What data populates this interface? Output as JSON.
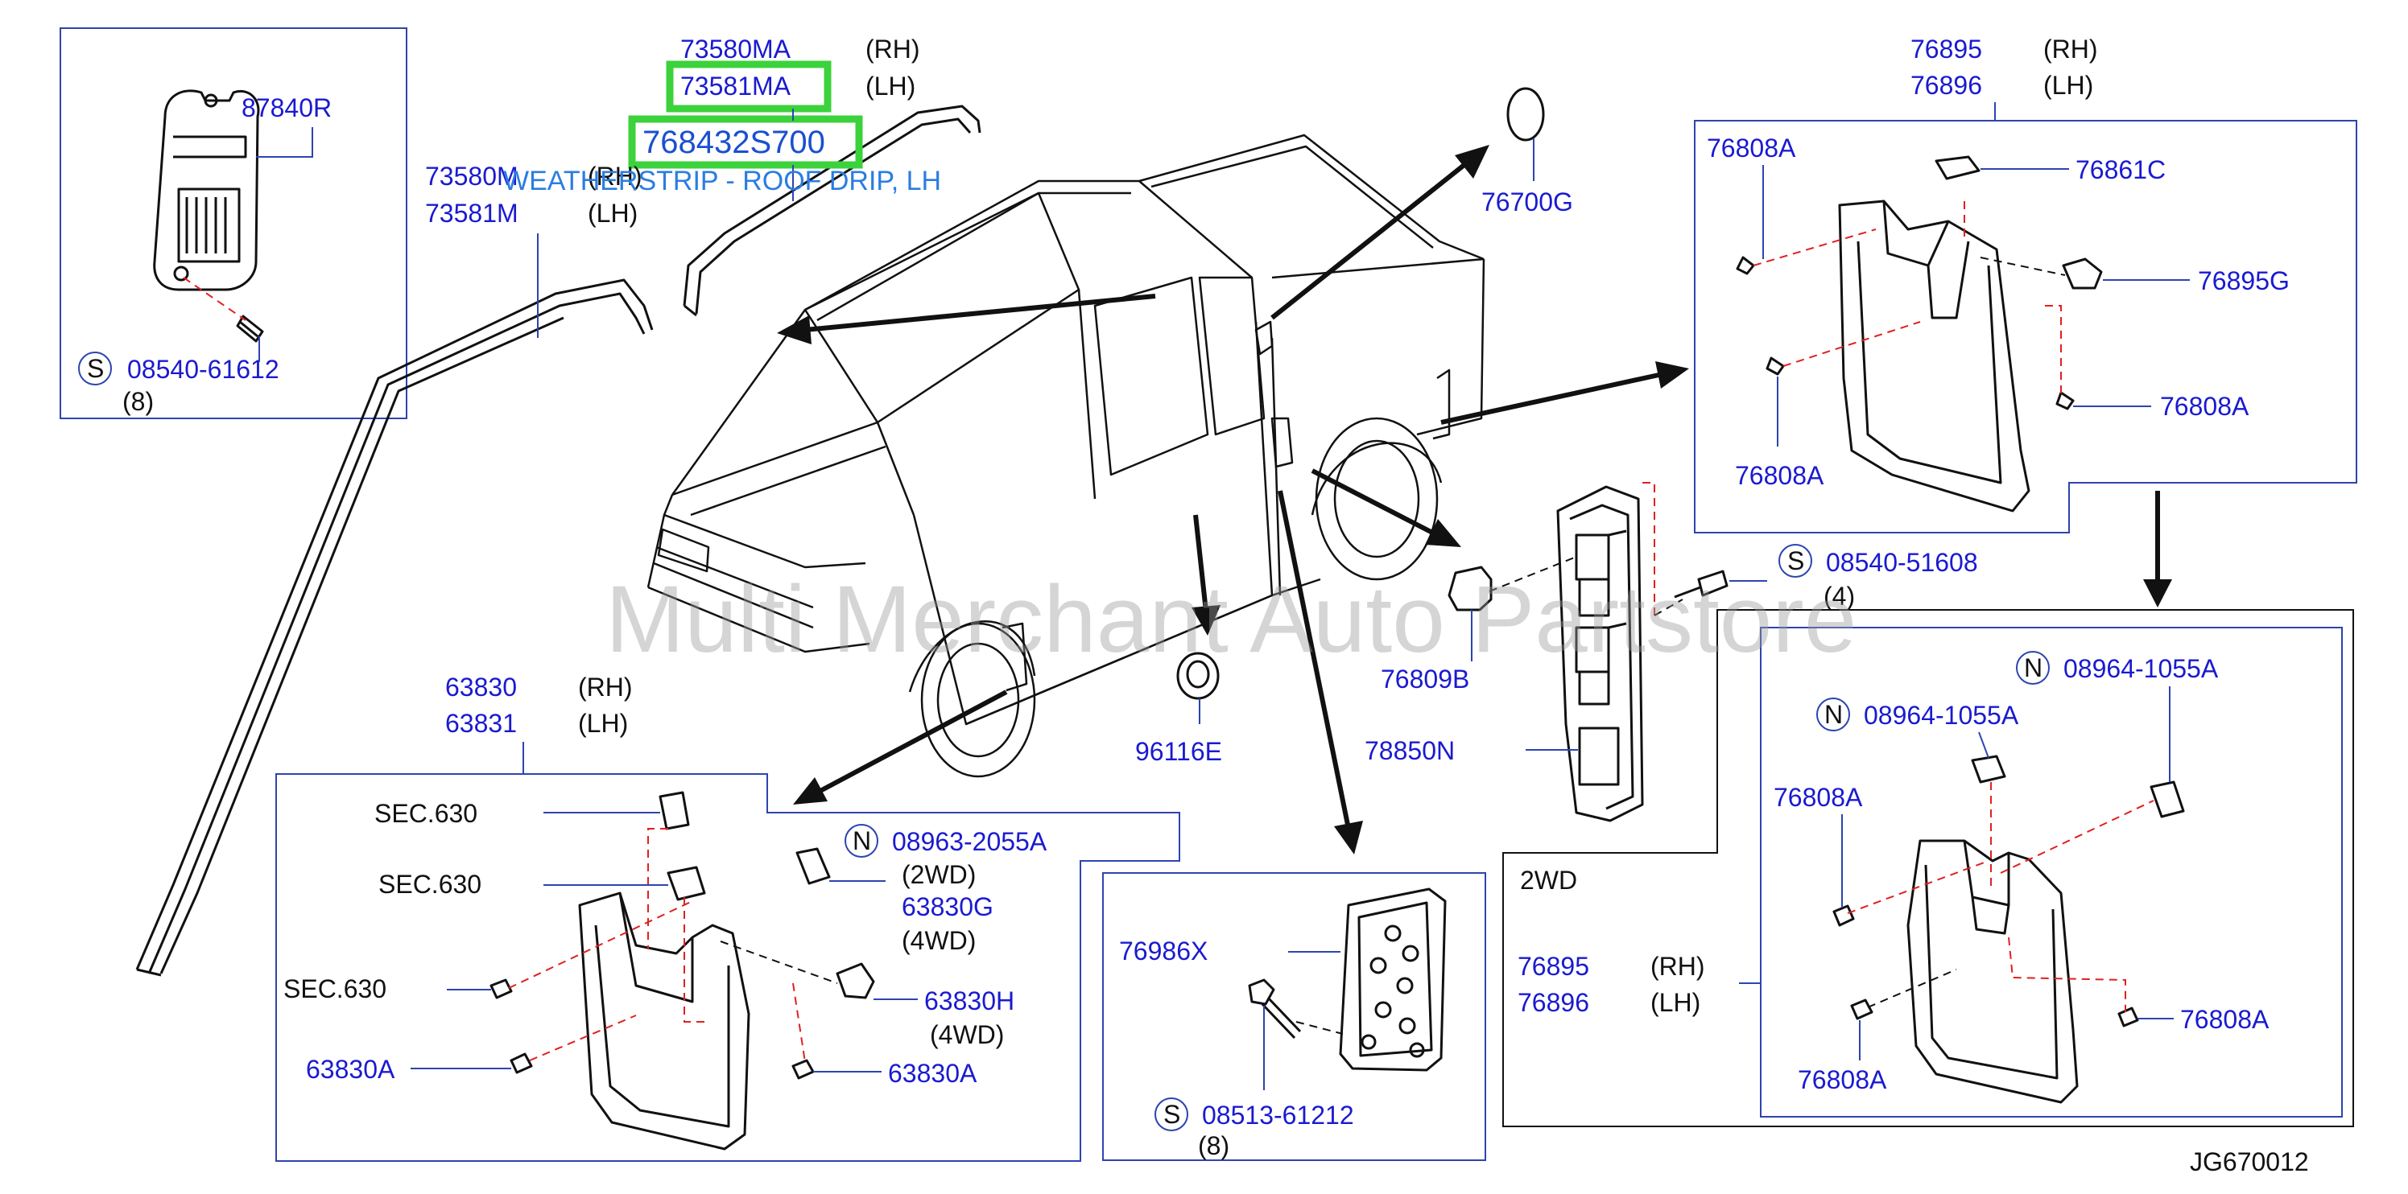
{
  "watermark": "Multi Merchant Auto Partstore",
  "diagram_code": "JG670012",
  "highlight": {
    "part_number": "768432S700",
    "description": "WEATHERSTRIP - ROOF DRIP, LH",
    "box_color": "#3cd23c"
  },
  "callouts": {
    "p87840R": "87840R",
    "s1_symbol": "S",
    "s1_part": "08540-61612",
    "s1_qty": "(8)",
    "p73580MA": "73580MA",
    "p73580MA_side": "(RH)",
    "p73581MA": "73581MA",
    "p73581MA_side": "(LH)",
    "p73580M": "73580M",
    "p73580M_side": "(RH)",
    "p73581M": "73581M",
    "p73581M_side": "(LH)",
    "p76700G": "76700G",
    "p76895_top": "76895",
    "p76895_top_side": "(RH)",
    "p76896_top": "76896",
    "p76896_top_side": "(LH)",
    "p76808A_tr1": "76808A",
    "p76861C": "76861C",
    "p76895G": "76895G",
    "p76808A_tr2": "76808A",
    "p76808A_tr3": "76808A",
    "s2_symbol": "S",
    "s2_part": "08540-51608",
    "s2_qty": "(4)",
    "p76809B": "76809B",
    "p78850N": "78850N",
    "p96116E": "96116E",
    "p63830": "63830",
    "p63830_side": "(RH)",
    "p63831": "63831",
    "p63831_side": "(LH)",
    "sec1": "SEC.630",
    "sec2": "SEC.630",
    "sec3": "SEC.630",
    "n1_symbol": "N",
    "n1_part": "08963-2055A",
    "n1_note": "(2WD)",
    "p63830G": "63830G",
    "p63830G_note": "(4WD)",
    "p63830H": "63830H",
    "p63830H_note": "(4WD)",
    "p63830A_l": "63830A",
    "p63830A_r": "63830A",
    "p76986X": "76986X",
    "s3_symbol": "S",
    "s3_part": "08513-61212",
    "s3_qty": "(8)",
    "label_2wd": "2WD",
    "n2_symbol": "N",
    "n2_part": "08964-1055A",
    "n3_symbol": "N",
    "n3_part": "08964-1055A",
    "p76808A_br1": "76808A",
    "p76808A_br2": "76808A",
    "p76808A_br3": "76808A",
    "p76895_bot": "76895",
    "p76895_bot_side": "(RH)",
    "p76896_bot": "76896",
    "p76896_bot_side": "(LH)"
  }
}
